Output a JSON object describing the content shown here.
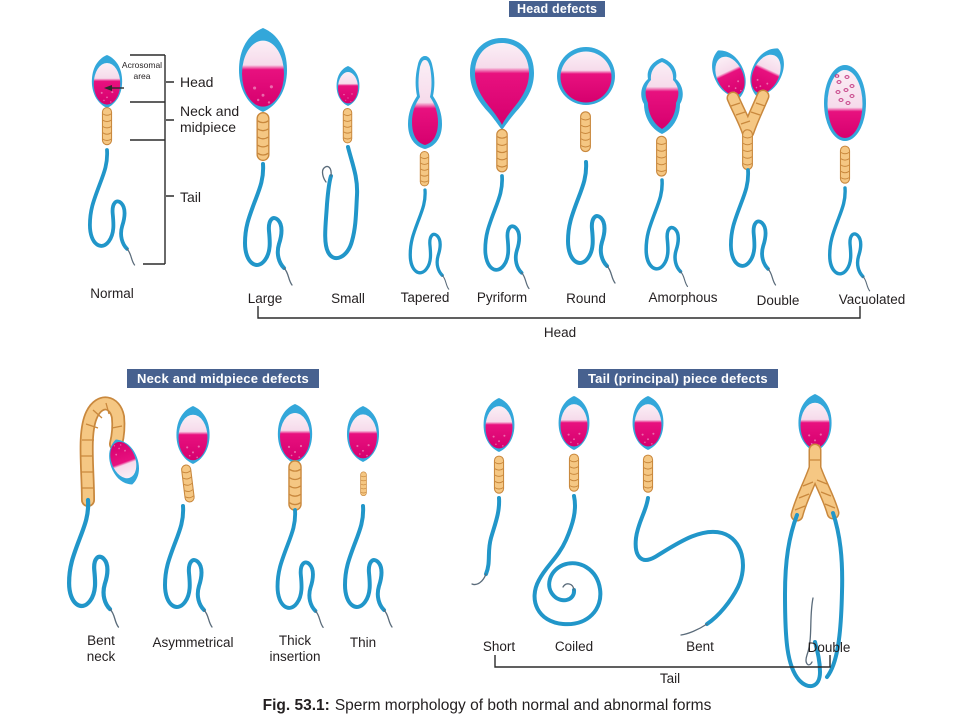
{
  "figure": {
    "caption_prefix": "Fig. 53.1:",
    "caption_text": "Sperm morphology of both normal and abnormal forms"
  },
  "sections": {
    "head": {
      "title": "Head defects",
      "bracket_label": "Head",
      "labels": [
        "Large",
        "Small",
        "Tapered",
        "Pyriform",
        "Round",
        "Amorphous",
        "Double",
        "Vacuolated"
      ]
    },
    "neck": {
      "title": "Neck and midpiece defects",
      "labels": [
        "Bent neck",
        "Asymmetrical",
        "Thick insertion",
        "Thin"
      ]
    },
    "tail": {
      "title": "Tail (principal) piece defects",
      "bracket_label": "Tail",
      "labels": [
        "Short",
        "Coiled",
        "Bent",
        "Double"
      ]
    }
  },
  "normal_sperm": {
    "label": "Normal",
    "acrosomal_label": "Acrosomal area",
    "parts": [
      "Head",
      "Neck and midpiece",
      "Tail"
    ]
  },
  "colors": {
    "tail_blue": "#2196C9",
    "cap_blue": "#33A7DA",
    "head_magenta": "#E8117F",
    "acrosome_pink": "#FBEFF6",
    "midpiece_tan": "#F5C783",
    "header_bg": "#47618F",
    "text": "#231F20"
  }
}
